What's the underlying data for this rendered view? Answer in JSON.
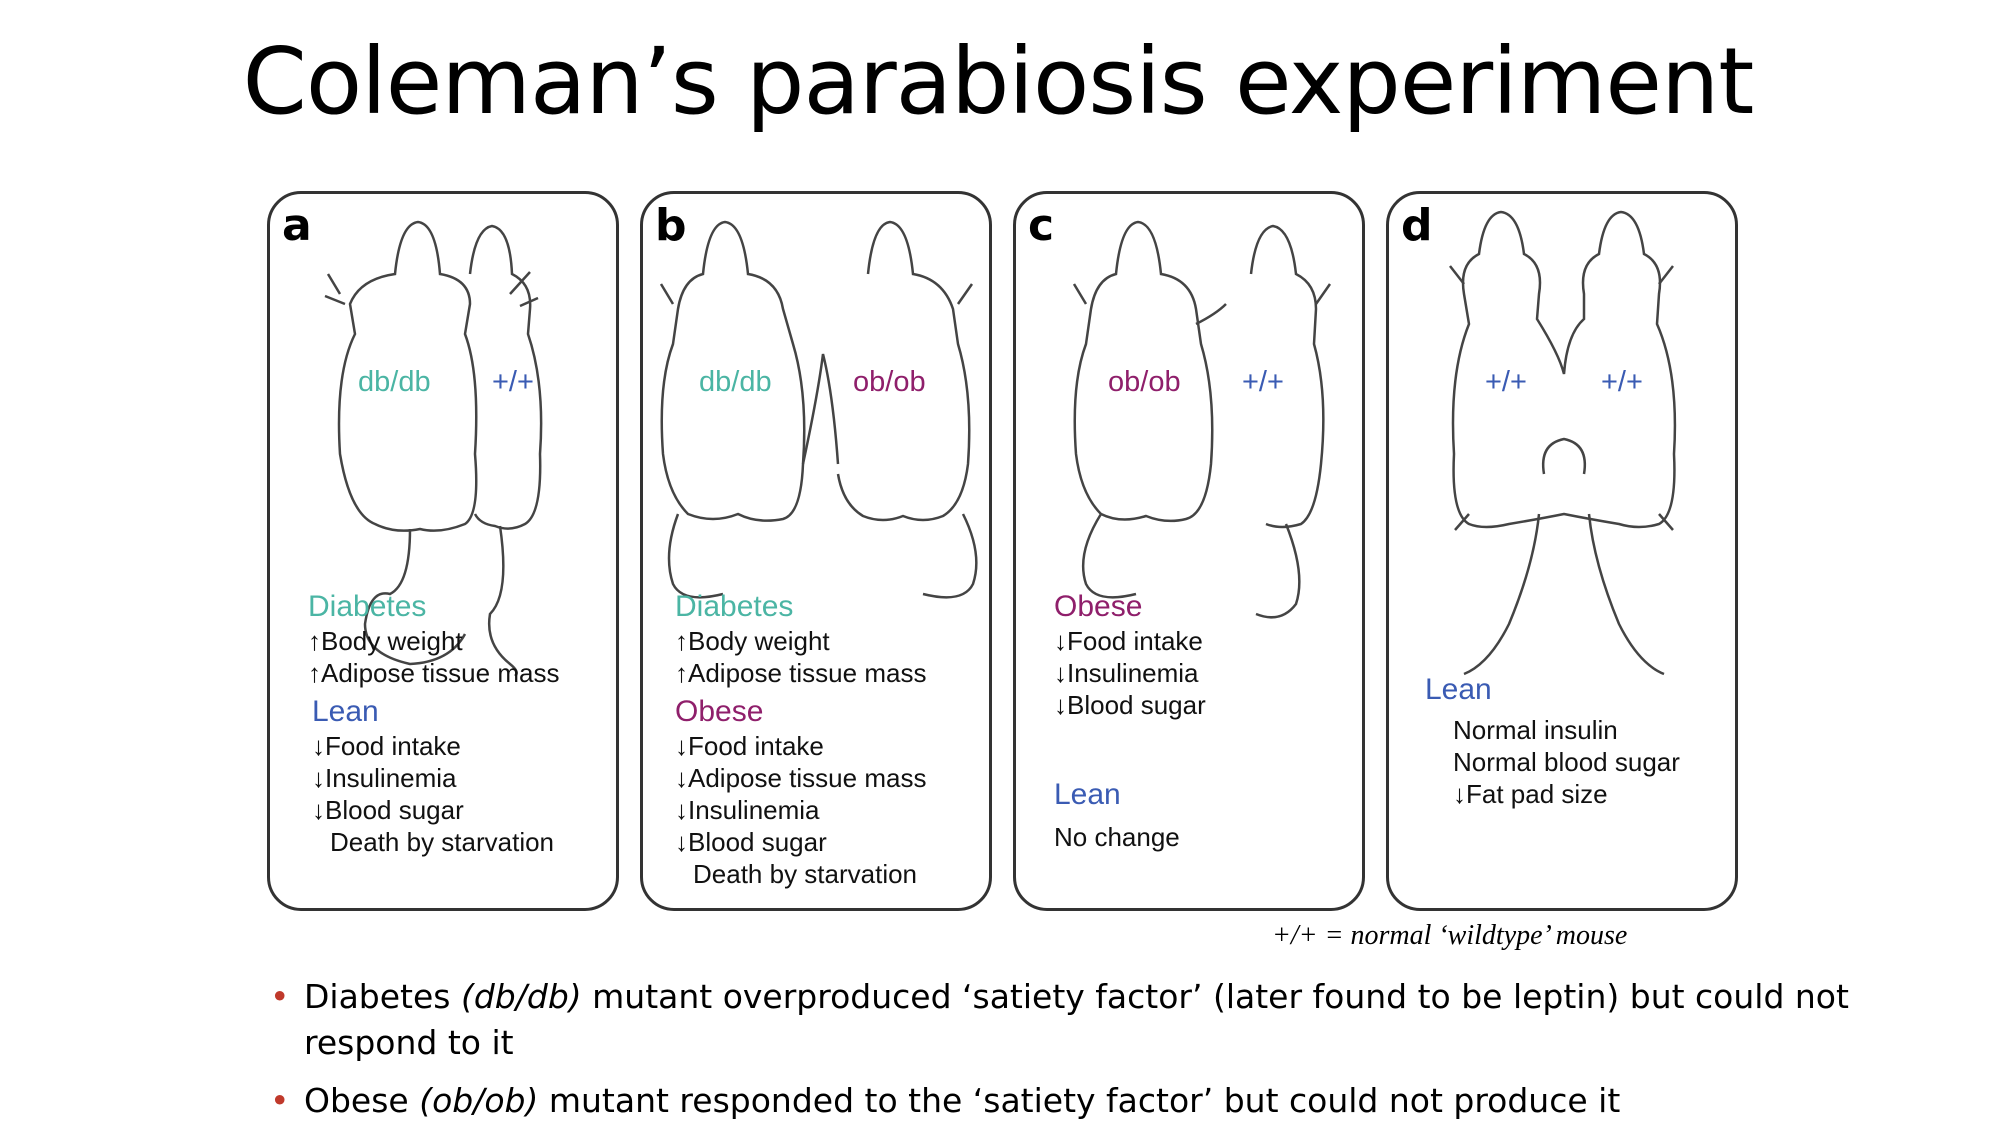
{
  "title": "Coleman’s parabiosis experiment",
  "panels": [
    {
      "label": "a",
      "genotypes": [
        "db/db",
        "+/+"
      ],
      "groups": [
        {
          "heading": "Diabetes",
          "lines": [
            "↑Body weight",
            "↑Adipose tissue mass"
          ]
        },
        {
          "heading": "Lean",
          "lines": [
            "↓Food intake",
            "↓Insulinemia",
            "↓Blood sugar",
            "Death by starvation"
          ]
        }
      ]
    },
    {
      "label": "b",
      "genotypes": [
        "db/db",
        "ob/ob"
      ],
      "groups": [
        {
          "heading": "Diabetes",
          "lines": [
            "↑Body weight",
            "↑Adipose tissue mass"
          ]
        },
        {
          "heading": "Obese",
          "lines": [
            "↓Food intake",
            "↓Adipose tissue mass",
            "↓Insulinemia",
            "↓Blood sugar",
            "Death by starvation"
          ]
        }
      ]
    },
    {
      "label": "c",
      "genotypes": [
        "ob/ob",
        "+/+"
      ],
      "groups": [
        {
          "heading": "Obese",
          "lines": [
            "↓Food intake",
            "↓Insulinemia",
            "↓Blood sugar"
          ]
        },
        {
          "heading": "Lean",
          "lines": [
            "No change"
          ]
        }
      ]
    },
    {
      "label": "d",
      "genotypes": [
        "+/+",
        "+/+"
      ],
      "groups": [
        {
          "heading": "Lean",
          "lines": [
            "Normal insulin",
            "Normal blood sugar",
            "↓Fat pad size"
          ]
        }
      ]
    }
  ],
  "footnote": "+/+ = normal ‘wildtype’ mouse",
  "bullets": [
    {
      "pre": "Diabetes ",
      "em": "(db/db)",
      "post": " mutant overproduced ‘satiety factor’ (later found to be leptin) but could not respond to it"
    },
    {
      "pre": "Obese ",
      "em": "(ob/ob)",
      "post": " mutant responded to the ‘satiety factor’ but could not produce it"
    }
  ],
  "colors": {
    "db_db": "#4bb5a4",
    "ob_ob": "#8f1f6b",
    "wildtype": "#3a5bb3",
    "bullet": "#c0392b"
  }
}
